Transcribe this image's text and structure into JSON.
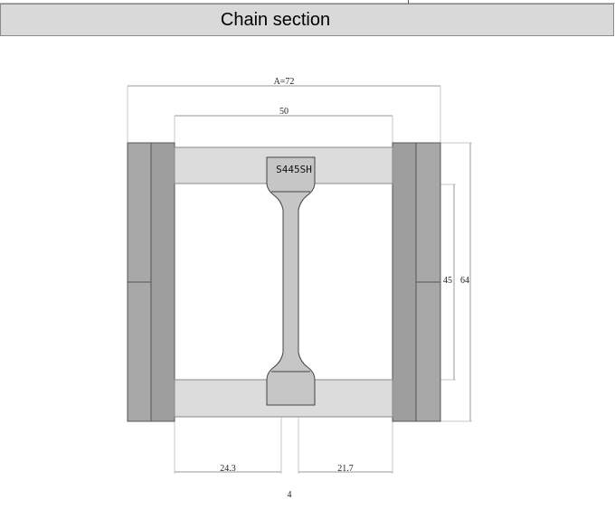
{
  "header": {
    "title": "Chain section"
  },
  "drawing": {
    "dim_total_width": "A=72",
    "dim_inner_width": "50",
    "dim_inner_height": "45",
    "dim_outer_height": "64",
    "dim_left_offset": "24.3",
    "dim_right_offset": "21.7",
    "dim_center_gap": "4",
    "part_marking": "S445SH"
  }
}
